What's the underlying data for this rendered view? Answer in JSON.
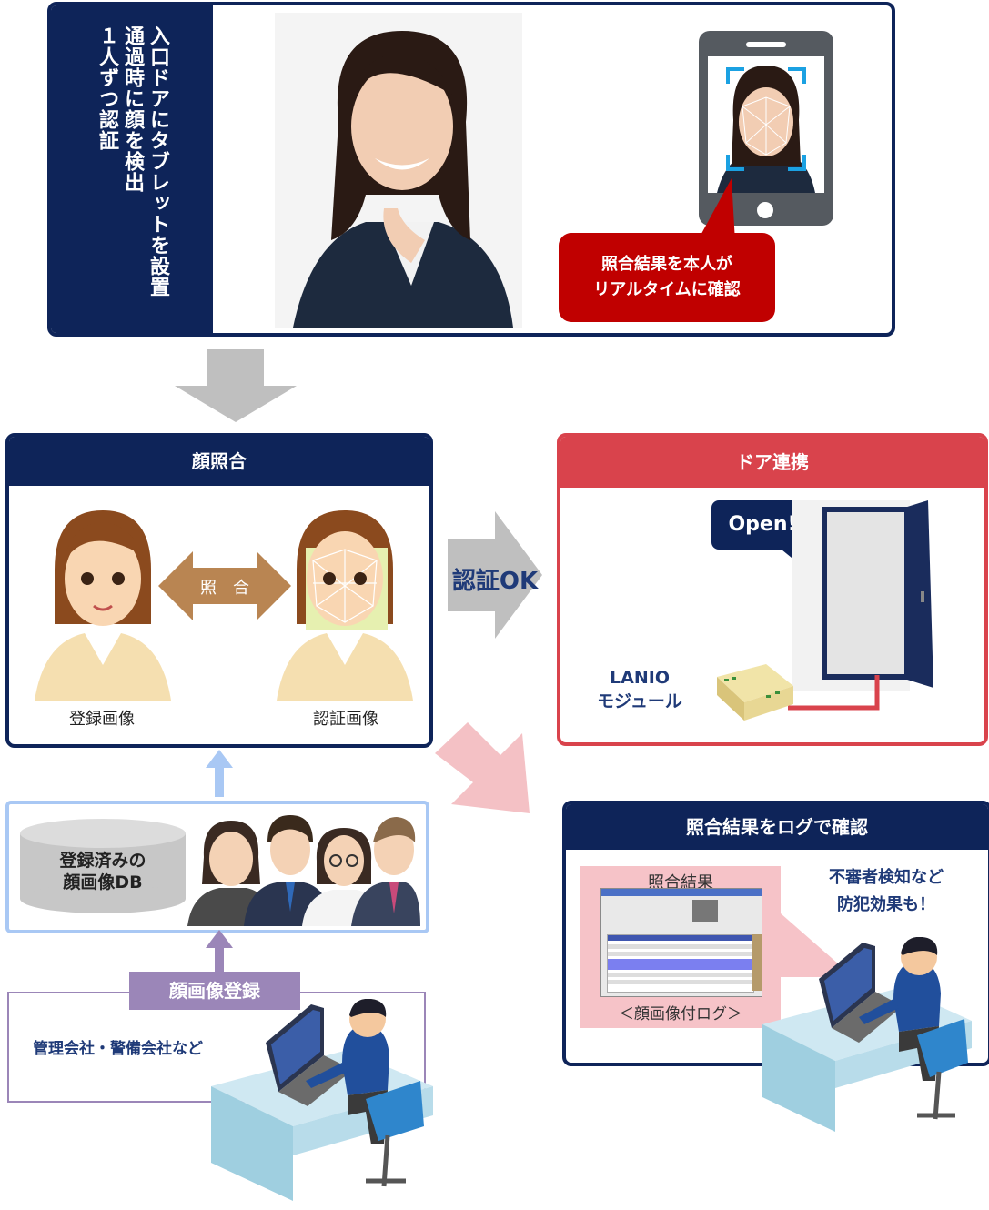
{
  "top_panel": {
    "vertical_lines": [
      "入口ドアにタブレットを設置",
      "通過時に顔を検出",
      "１人ずつ認証"
    ],
    "bubble_lines": [
      "照合結果を本人が",
      "リアルタイムに確認"
    ]
  },
  "face_match": {
    "title": "顔照合",
    "arrow_label": "照　合",
    "registered_caption": "登録画像",
    "auth_caption": "認証画像"
  },
  "auth_ok_label": "認証OK",
  "door": {
    "title": "ドア連携",
    "open_bubble": "Open!",
    "module_lines": [
      "LANIO",
      "モジュール"
    ]
  },
  "db": {
    "lines": [
      "登録済みの",
      "顔画像DB"
    ]
  },
  "registration": {
    "tab_label": "顔画像登録",
    "who": "管理会社・警備会社など"
  },
  "log": {
    "title": "照合結果をログで確認",
    "screen_title": "照合結果",
    "screen_caption": "＜顔画像付ログ＞",
    "benefit_lines": [
      "不審者検知など",
      "防犯効果も！"
    ]
  },
  "colors": {
    "navy": "#0e2459",
    "red": "#d9434c",
    "light_blue": "#a9c8f4",
    "purple": "#9b86b8",
    "bubble_red": "#c00000"
  }
}
